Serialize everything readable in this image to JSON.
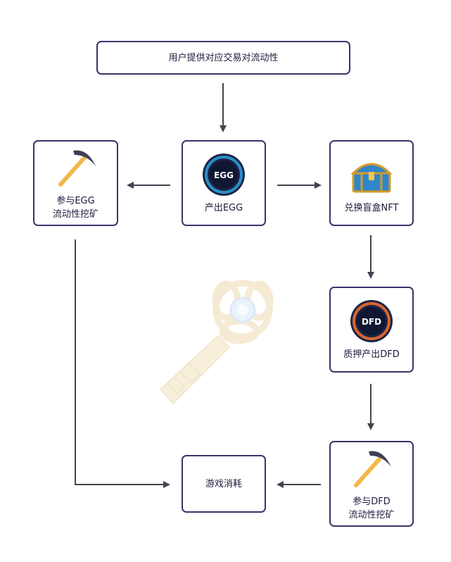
{
  "nodes": {
    "provide_liquidity": "用户提供对应交易对流动性",
    "produce_egg": "产出EGG",
    "egg_badge": "EGG",
    "mine_egg_line1": "参与EGG",
    "mine_egg_line2": "流动性挖矿",
    "exchange_box": "兑换盲盒NFT",
    "stake_dfd": "质押产出DFD",
    "dfd_badge": "DFD",
    "mine_dfd_line1": "参与DFD",
    "mine_dfd_line2": "流动性挖矿",
    "game_consume": "游戏消耗"
  },
  "icons": {
    "egg": "egg-coin-icon",
    "dfd": "dfd-coin-icon",
    "pickaxe": "pickaxe-icon",
    "chest": "treasure-chest-icon",
    "watermark": "key-icon"
  },
  "colors": {
    "border": "#3a336b",
    "arrow": "#444450",
    "egg_ring": "#2c8fc4",
    "dfd_ring": "#d9652c"
  }
}
